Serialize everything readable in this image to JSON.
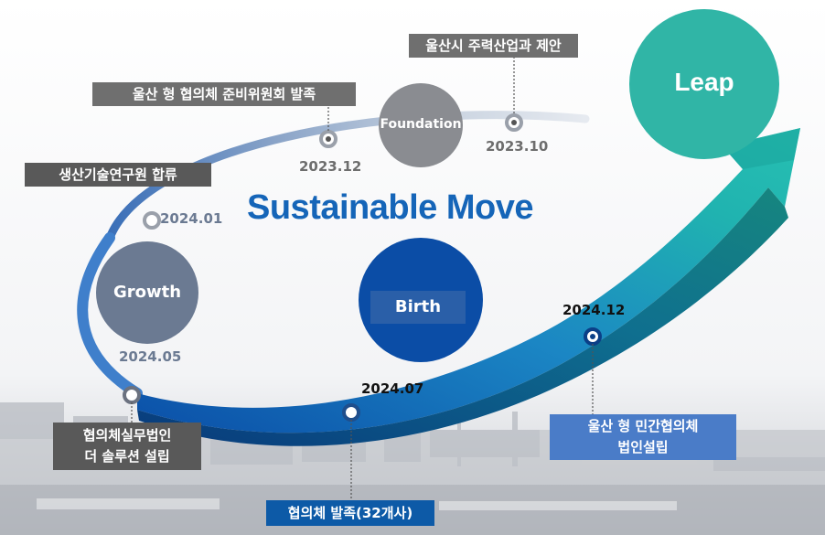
{
  "title": "Sustainable Move",
  "stages": {
    "leap": "Leap",
    "foundation": "Foundation",
    "growth": "Growth",
    "birth": "Birth"
  },
  "milestones": [
    {
      "date": "2024.01",
      "label": "생산기술연구원 합류"
    },
    {
      "date": "2023.12",
      "label": "울산 형 협의체 준비위원회 발족"
    },
    {
      "date": "2023.10",
      "label": "울산시 주력산업과 제안"
    },
    {
      "date": "2024.05",
      "label_line1": "협의체실무법인",
      "label_line2": "더 솔루션 설립"
    },
    {
      "date": "2024.07",
      "label": "협의체 발족(32개사)"
    },
    {
      "date": "2024.12",
      "label_line1": "울산 형 민간협의체",
      "label_line2": "법인설립"
    }
  ]
}
